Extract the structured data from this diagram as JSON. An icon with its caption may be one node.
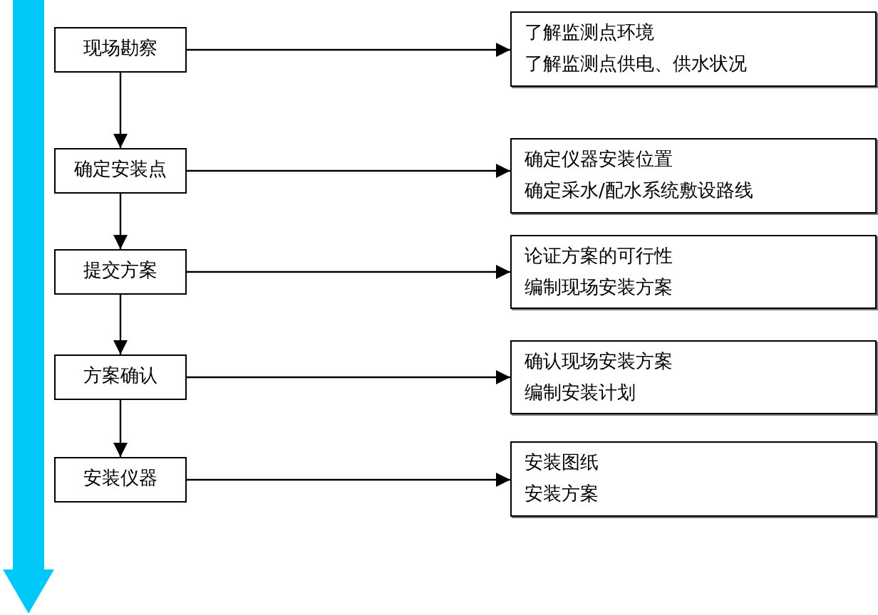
{
  "diagram": {
    "nodes": [
      {
        "text": [
          "现场勘察"
        ]
      },
      {
        "text": [
          "确定安装点"
        ]
      },
      {
        "text": [
          "提交方案"
        ]
      },
      {
        "text": [
          "方案确认"
        ]
      },
      {
        "text": [
          "安装仪器"
        ]
      },
      {
        "text": [
          "了解监测点环境",
          "了解监测点供电、供水状况"
        ]
      },
      {
        "text": [
          "确定仪器安装位置",
          "确定采水/配水系统敷设路线"
        ]
      },
      {
        "text": [
          "论证方案的可行性",
          "编制现场安装方案"
        ]
      },
      {
        "text": [
          "确认现场安装方案",
          "编制安装计划"
        ]
      },
      {
        "text": [
          "安装图纸",
          "安装方案"
        ]
      }
    ],
    "edges": [
      {
        "from": 0,
        "to": 1,
        "arrow": "to"
      },
      {
        "from": 1,
        "to": 2,
        "arrow": "to"
      },
      {
        "from": 2,
        "to": 3,
        "arrow": "to"
      },
      {
        "from": 3,
        "to": 4,
        "arrow": "to"
      },
      {
        "from": 0,
        "to": 5,
        "arrow": "to"
      },
      {
        "from": 1,
        "to": 6,
        "arrow": "to"
      },
      {
        "from": 2,
        "to": 7,
        "arrow": "to"
      },
      {
        "from": 3,
        "to": 8,
        "arrow": "to"
      },
      {
        "from": 4,
        "to": 9,
        "arrow": "to"
      }
    ]
  }
}
